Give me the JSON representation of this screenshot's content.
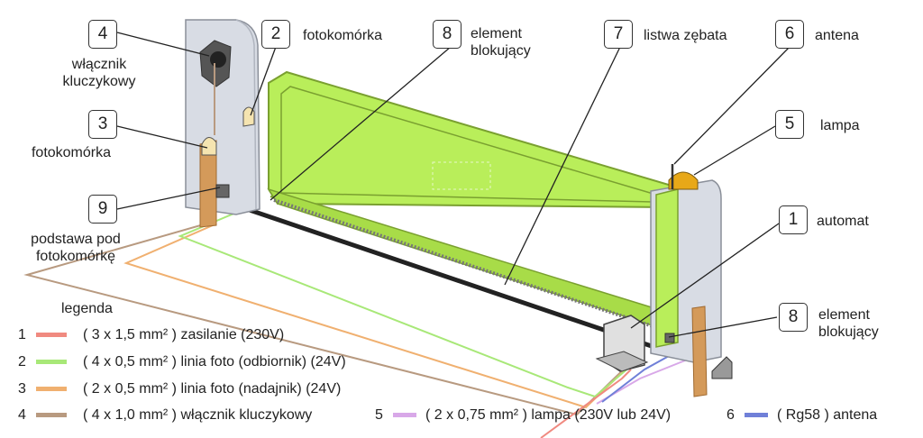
{
  "colors": {
    "power": "#f08a80",
    "photo_rx": "#a8e878",
    "photo_tx": "#f0b070",
    "key_switch": "#b89a80",
    "lamp": "#d8a8e8",
    "antenna": "#7080d8",
    "gate_fill": "#b9ee5a",
    "gate_stroke": "#7aa030",
    "post": "#d49a5a",
    "housing": "#d8dce4"
  },
  "callouts": [
    {
      "num": "4",
      "label": "włącznik\nkluczykowy"
    },
    {
      "num": "2",
      "label": "fotokomórka"
    },
    {
      "num": "8",
      "label": "element\nblokujący"
    },
    {
      "num": "7",
      "label": "listwa zębata"
    },
    {
      "num": "6",
      "label": "antena"
    },
    {
      "num": "3",
      "label": "fotokomórka"
    },
    {
      "num": "5",
      "label": "lampa"
    },
    {
      "num": "9",
      "label": "podstawa pod\nfotokomórkę"
    },
    {
      "num": "1",
      "label": "automat"
    },
    {
      "num": "8",
      "label": "element\nblokujący"
    }
  ],
  "legend": {
    "title": "legenda",
    "items": [
      {
        "num": "1",
        "text": "( 3 x 1,5 mm² ) zasilanie (230V)"
      },
      {
        "num": "2",
        "text": "( 4 x 0,5 mm² ) linia foto (odbiornik) (24V)"
      },
      {
        "num": "3",
        "text": "( 2 x 0,5 mm² ) linia foto (nadajnik) (24V)"
      },
      {
        "num": "4",
        "text": "( 4 x 1,0 mm² ) włącznik kluczykowy"
      },
      {
        "num": "5",
        "text": "( 2 x 0,75 mm² ) lampa (230V lub 24V)"
      },
      {
        "num": "6",
        "text": "( Rg58 ) antena"
      }
    ]
  }
}
